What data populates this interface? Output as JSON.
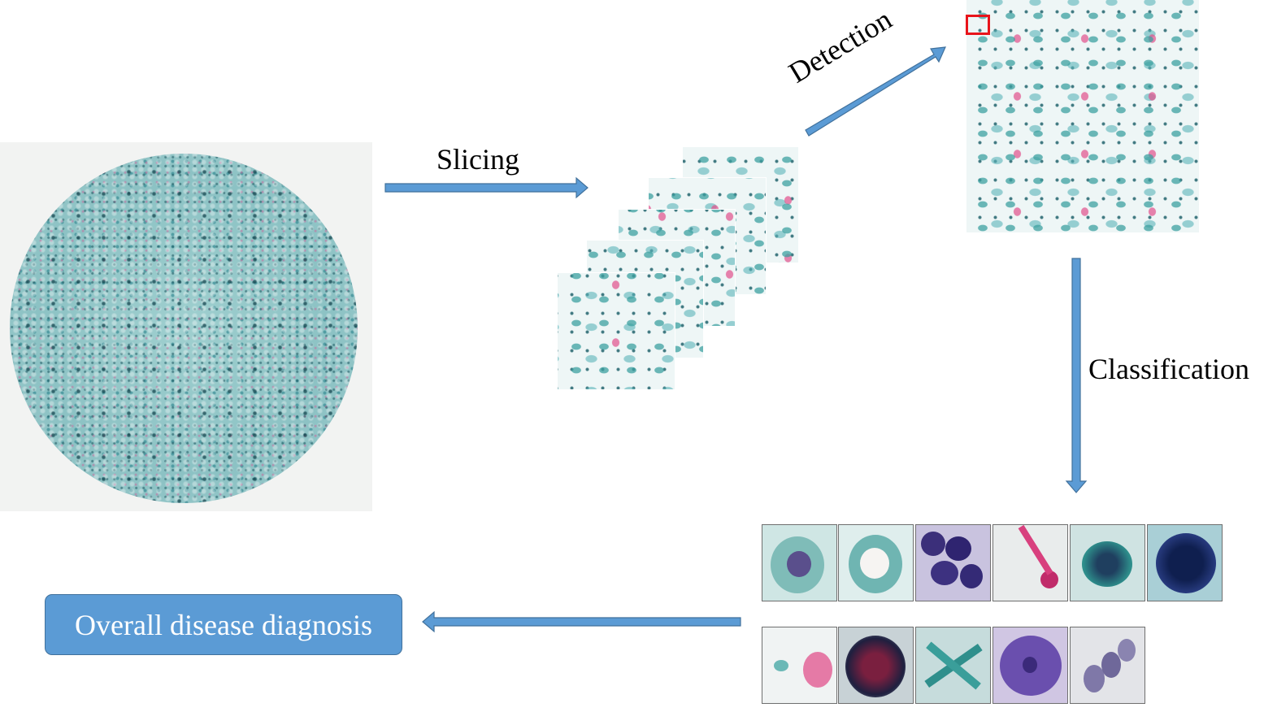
{
  "steps": {
    "slicing": "Slicing",
    "detection": "Detection",
    "classification": "Classification"
  },
  "result": "Overall disease diagnosis",
  "colors": {
    "arrow_fill": "#5b9bd5",
    "arrow_stroke": "#41719c",
    "box_fill": "#5b9bd5",
    "detection_box": "#e8141b",
    "stain_cyan": "#4aa8aa",
    "stain_pink": "#e0508c",
    "stain_purple": "#3a2f7a"
  }
}
